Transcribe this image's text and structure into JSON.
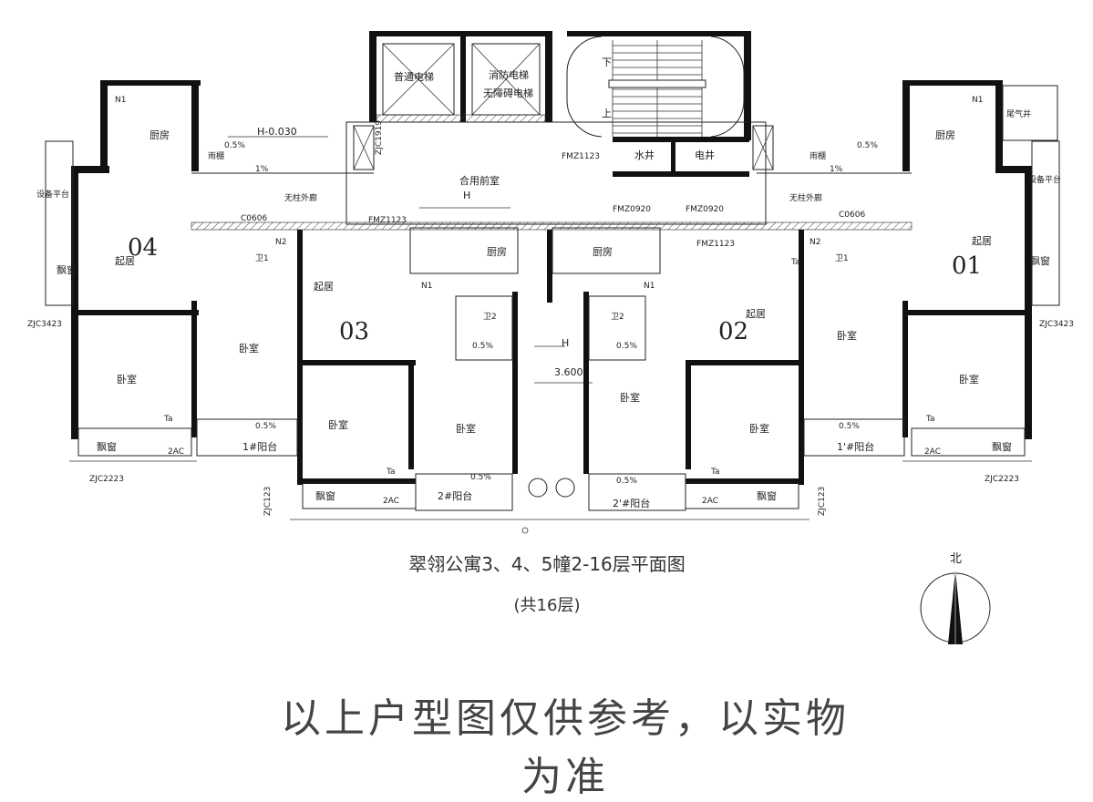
{
  "title": "翠翎公寓3、4、5幢2-16层平面图",
  "subtitle": "(共16层)",
  "disclaimer": "以上户型图仅供参考，以实物为准",
  "compass": {
    "label": "北"
  },
  "units": [
    {
      "id": "01",
      "label": "01"
    },
    {
      "id": "02",
      "label": "02"
    },
    {
      "id": "03",
      "label": "03"
    },
    {
      "id": "04",
      "label": "04"
    }
  ],
  "rooms": {
    "kitchen": "厨房",
    "living": "起居",
    "bedroom": "卧室",
    "bay_window": "飘窗",
    "balcony_1": "1#阳台",
    "balcony_2": "2#阳台",
    "balcony_2p": "2'#阳台",
    "balcony_1p": "1'#阳台",
    "lobby": "合用前室",
    "corridor": "无柱外廊",
    "water_shaft": "水井",
    "elec_shaft": "电井",
    "elevator_1": "普通电梯",
    "elevator_2": "消防电梯",
    "elevator_2b": "无障碍电梯",
    "exhaust": "尾气井",
    "equip": "设备平台",
    "rain": "雨棚",
    "up": "上",
    "down": "下"
  },
  "annotations": {
    "elev_top": "H-0.030",
    "elev_h": "H",
    "elev_mid": "3.600",
    "slope": "0.5%",
    "slope1": "1%",
    "door_fm1123": "FMZ1123",
    "door_fm0920": "FMZ0920",
    "win_zjc3423": "ZJC3423",
    "win_zjc2223": "ZJC2223",
    "win_zjc123": "ZJC123",
    "win_zjc1919": "ZJC1919",
    "c0606": "C0606",
    "ta": "Ta",
    "n1": "N1",
    "n2": "N2",
    "w2": "卫2",
    "w1": "卫1",
    "ac": "2AC"
  }
}
